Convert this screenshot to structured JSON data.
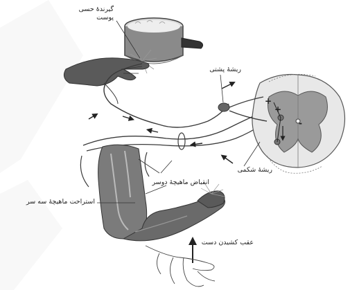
{
  "labels": {
    "receptor_line1": "گیرندهٔ حسی",
    "receptor_line2": "پوست",
    "dorsal_root": "ریشهٔ پشتی",
    "ventral_root": "ریشهٔ شکمی",
    "biceps_contraction": "انقباض ماهیچهٔ دوسر",
    "triceps_relaxation": "استراحت ماهیچهٔ سه سر",
    "hand_withdrawal": "عقب کشیدن دست"
  },
  "spinal_cord_symbols": [
    "+",
    "+",
    "-"
  ],
  "colors": {
    "skin": "#5a5a5a",
    "muscle": "#7b7b7b",
    "nerve": "#3a3a3a",
    "cord_gray": "#9a9a9a",
    "cord_white": "#e8e8e8",
    "watermark": "#f0f0f0"
  }
}
